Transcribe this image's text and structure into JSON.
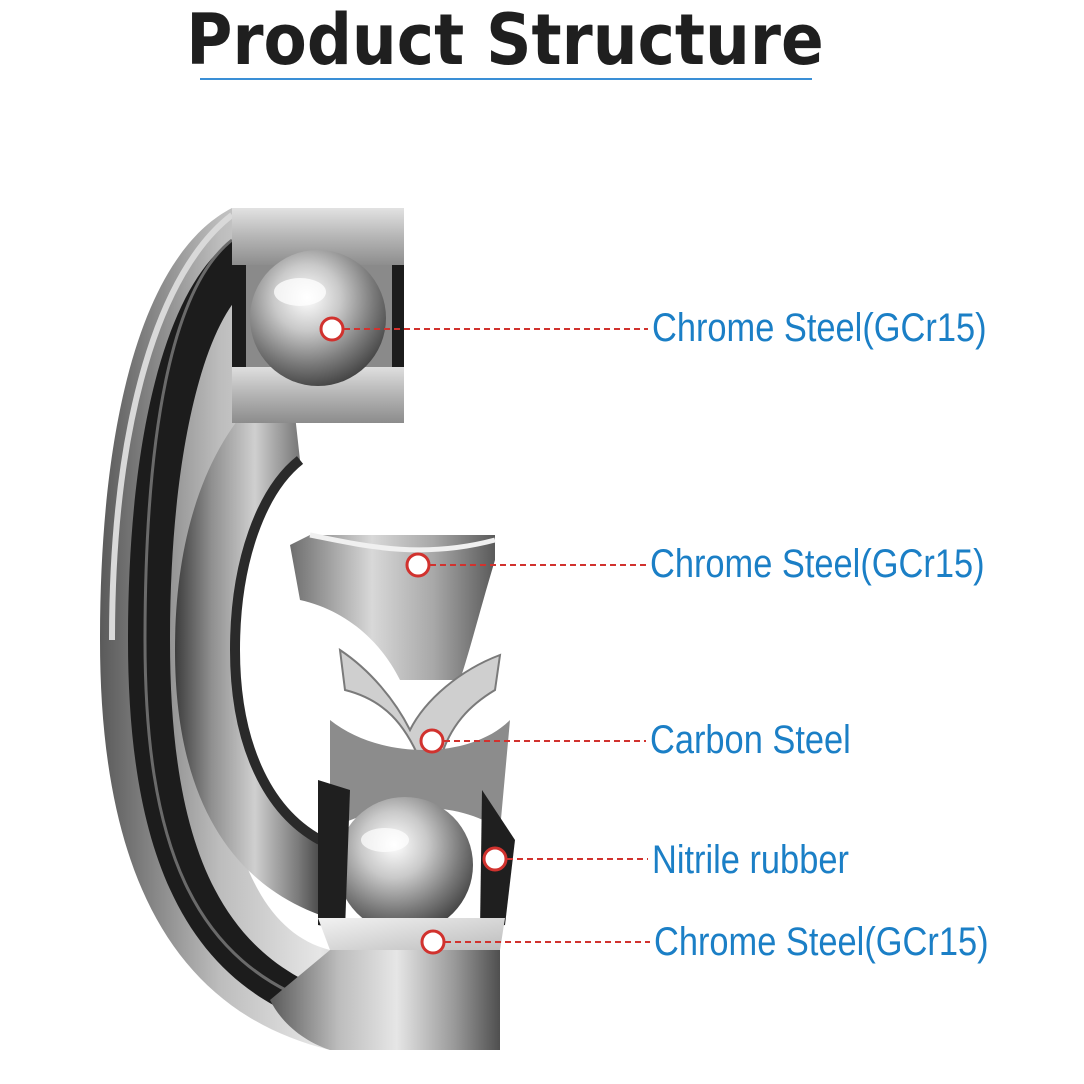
{
  "title": "Product Structure",
  "colors": {
    "title": "#1f1f1f",
    "underline": "#3a8fd6",
    "label": "#1b7fc6",
    "leader": "#d1322e",
    "marker_ring": "#d1322e",
    "marker_fill": "#ffffff"
  },
  "callouts": [
    {
      "label": "Chrome Steel(GCr15)",
      "part": "steel-ball-top"
    },
    {
      "label": "Chrome Steel(GCr15)",
      "part": "inner-ring"
    },
    {
      "label": "Carbon Steel",
      "part": "cage"
    },
    {
      "label": "Nitrile rubber",
      "part": "seal"
    },
    {
      "label": "Chrome Steel(GCr15)",
      "part": "outer-ring"
    }
  ]
}
